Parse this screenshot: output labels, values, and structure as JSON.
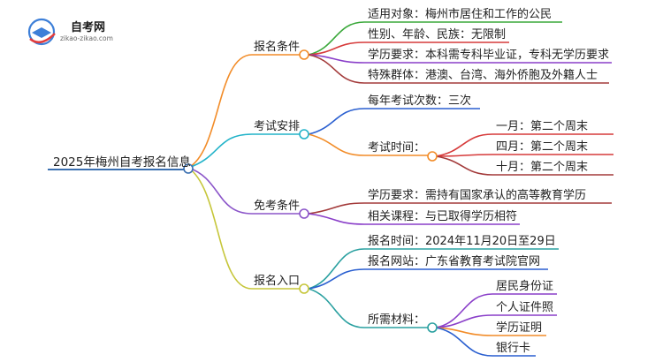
{
  "logo": {
    "name": "自考网",
    "url_text": "zikao-zikao.com"
  },
  "colors": {
    "root": "#3a6fb0",
    "b1": "#f28c28",
    "b2": "#22b3c9",
    "b3": "#8b55c9",
    "b4": "#c6c63a",
    "green": "#3aa83a",
    "red": "#d63a3a",
    "purple": "#8a3fc9",
    "brown": "#a33a3a",
    "blue": "#2a5fd0",
    "teal": "#2aa0a0",
    "logo_blue": "#3d7fd8"
  },
  "root": {
    "label": "2025年梅州自考报名信息"
  },
  "branches": [
    {
      "label": "报名条件",
      "items": [
        {
          "label": "适用对象：梅州市居住和工作的公民"
        },
        {
          "label": "性别、年龄、民族：无限制"
        },
        {
          "label": "学历要求：本科需专科毕业证，专科无学历要求"
        },
        {
          "label": "特殊群体：港澳、台湾、海外侨胞及外籍人士"
        }
      ]
    },
    {
      "label": "考试安排",
      "items": [
        {
          "label": "每年考试次数：三次"
        },
        {
          "label": "考试时间：",
          "children": [
            {
              "label": "一月：第二个周末"
            },
            {
              "label": "四月：第二个周末"
            },
            {
              "label": "十月：第二个周末"
            }
          ]
        }
      ]
    },
    {
      "label": "免考条件",
      "items": [
        {
          "label": "学历要求：需持有国家承认的高等教育学历"
        },
        {
          "label": "相关课程：与已取得学历相符"
        }
      ]
    },
    {
      "label": "报名入口",
      "items": [
        {
          "label": "报名时间：2024年11月20日至29日"
        },
        {
          "label": "报名网站：广东省教育考试院官网"
        },
        {
          "label": "所需材料：",
          "children": [
            {
              "label": "居民身份证"
            },
            {
              "label": "个人证件照"
            },
            {
              "label": "学历证明"
            },
            {
              "label": "银行卡"
            }
          ]
        }
      ]
    }
  ]
}
